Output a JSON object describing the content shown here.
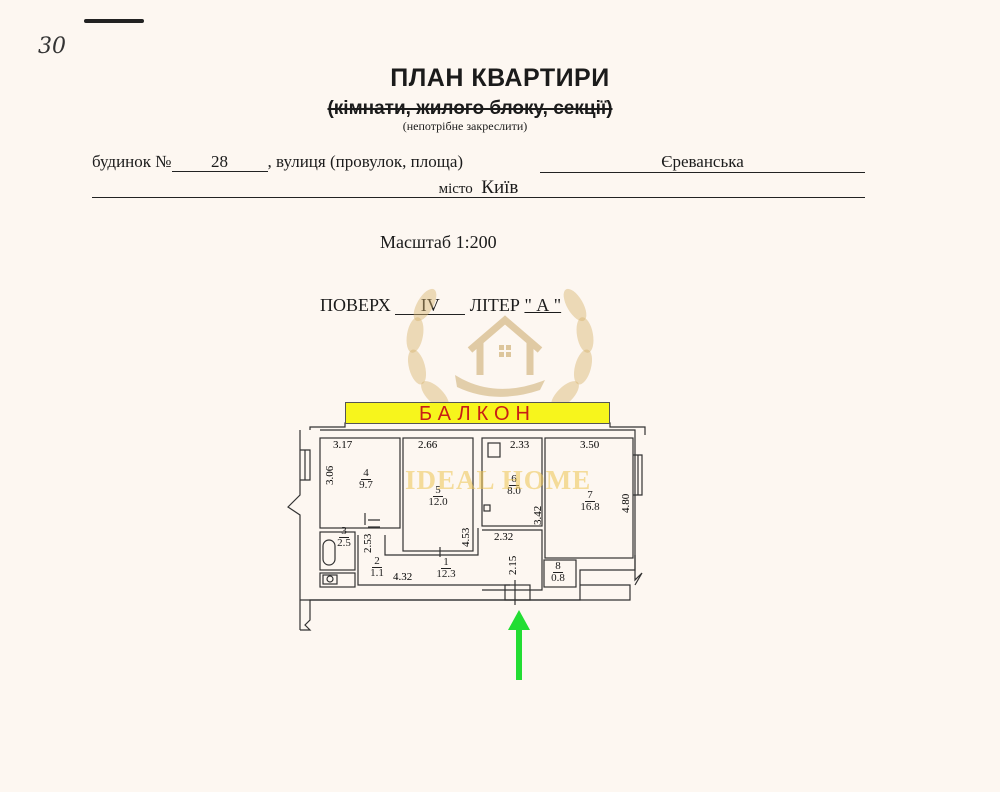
{
  "header": {
    "handwritten_note": "30",
    "title": "ПЛАН КВАРТИРИ",
    "subtitle_struck": "(кімнати, жилого блоку, секції)",
    "subtitle_note": "(непотрібне закреслити)"
  },
  "address": {
    "house_label": "будинок №",
    "house_number": "28",
    "street_label": ", вулиця (провулок, площа)",
    "street_value": "Єреванська",
    "city_label": "місто",
    "city_value": "Київ"
  },
  "scale": {
    "label": "Масштаб 1:200"
  },
  "floor": {
    "floor_label": "ПОВЕРХ",
    "floor_value": "IV",
    "letter_label": "ЛІТЕР",
    "letter_value": "\" А \""
  },
  "plan": {
    "balcony_label": "БАЛКОН",
    "rooms": [
      {
        "num": "1",
        "area": "12.3"
      },
      {
        "num": "2",
        "area": "1.1"
      },
      {
        "num": "3",
        "area": "2.5"
      },
      {
        "num": "4",
        "area": "9.7"
      },
      {
        "num": "5",
        "area": "12.0"
      },
      {
        "num": "6",
        "area": "8.0"
      },
      {
        "num": "7",
        "area": "16.8"
      },
      {
        "num": "8",
        "area": "0.8"
      }
    ],
    "dimensions": {
      "d317": "3.17",
      "d266": "2.66",
      "d233": "2.33",
      "d350": "3.50",
      "d306": "3.06",
      "d480": "4.80",
      "d453": "4.53",
      "d253": "2.53",
      "d342": "3.42",
      "d232": "2.32",
      "d215": "2.15",
      "d432": "4.32"
    }
  },
  "watermark": {
    "text": "IDEAL HOME",
    "color": "#e8c35a"
  },
  "colors": {
    "balcony_fill": "#f7f51c",
    "balcony_text": "#c81e16",
    "arrow": "#22dd33",
    "paper": "#fdf7f1"
  }
}
